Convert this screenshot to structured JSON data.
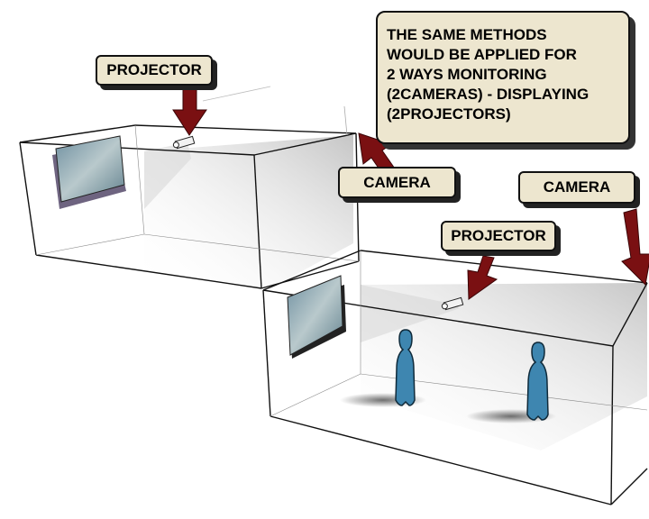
{
  "labels": {
    "projector_top": "PROJECTOR",
    "camera_middle": "CAMERA",
    "camera_right": "CAMERA",
    "projector_bottom": "PROJECTOR"
  },
  "note": {
    "text": "THE SAME METHODS\nWOULD BE APPLIED FOR\n2 WAYS MONITORING\n(2CAMERAS) - DISPLAYING\n(2PROJECTORS)"
  },
  "colors": {
    "arrow": "#7a1012",
    "label_bg": "#ede6cf",
    "figure": "#3e86b0",
    "line": "#111111"
  }
}
